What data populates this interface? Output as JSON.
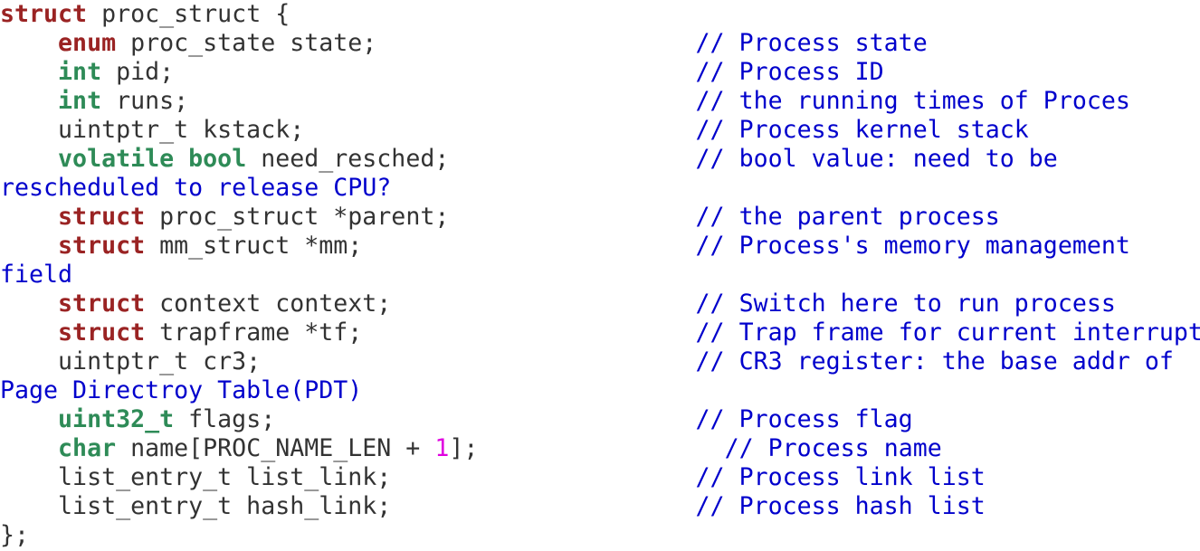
{
  "lines": [
    [
      {
        "c": "kw-red",
        "t": "struct"
      },
      {
        "c": "",
        "t": " proc_struct {"
      }
    ],
    [
      {
        "c": "",
        "t": "    "
      },
      {
        "c": "kw-red",
        "t": "enum"
      },
      {
        "c": "",
        "t": " proc_state state;                      "
      },
      {
        "c": "cm",
        "t": "// Process state"
      }
    ],
    [
      {
        "c": "",
        "t": "    "
      },
      {
        "c": "kw-green",
        "t": "int"
      },
      {
        "c": "",
        "t": " pid;                                    "
      },
      {
        "c": "cm",
        "t": "// Process ID"
      }
    ],
    [
      {
        "c": "",
        "t": "    "
      },
      {
        "c": "kw-green",
        "t": "int"
      },
      {
        "c": "",
        "t": " runs;                                   "
      },
      {
        "c": "cm",
        "t": "// the running times of Proces"
      }
    ],
    [
      {
        "c": "",
        "t": "    uintptr_t kstack;                           "
      },
      {
        "c": "cm",
        "t": "// Process kernel stack"
      }
    ],
    [
      {
        "c": "",
        "t": "    "
      },
      {
        "c": "kw-green",
        "t": "volatile"
      },
      {
        "c": "",
        "t": " "
      },
      {
        "c": "kw-green",
        "t": "bool"
      },
      {
        "c": "",
        "t": " need_resched;                 "
      },
      {
        "c": "cm",
        "t": "// bool value: need to be"
      }
    ],
    [
      {
        "c": "cm",
        "t": "rescheduled to release CPU?"
      }
    ],
    [
      {
        "c": "",
        "t": "    "
      },
      {
        "c": "kw-red",
        "t": "struct"
      },
      {
        "c": "",
        "t": " proc_struct *parent;                 "
      },
      {
        "c": "cm",
        "t": "// the parent process"
      }
    ],
    [
      {
        "c": "",
        "t": "    "
      },
      {
        "c": "kw-red",
        "t": "struct"
      },
      {
        "c": "",
        "t": " mm_struct *mm;                       "
      },
      {
        "c": "cm",
        "t": "// Process's memory management"
      }
    ],
    [
      {
        "c": "cm",
        "t": "field"
      }
    ],
    [
      {
        "c": "",
        "t": "    "
      },
      {
        "c": "kw-red",
        "t": "struct"
      },
      {
        "c": "",
        "t": " context context;                     "
      },
      {
        "c": "cm",
        "t": "// Switch here to run process"
      }
    ],
    [
      {
        "c": "",
        "t": "    "
      },
      {
        "c": "kw-red",
        "t": "struct"
      },
      {
        "c": "",
        "t": " trapframe *tf;                       "
      },
      {
        "c": "cm",
        "t": "// Trap frame for current interrupt"
      }
    ],
    [
      {
        "c": "",
        "t": "    uintptr_t cr3;                              "
      },
      {
        "c": "cm",
        "t": "// CR3 register: the base addr of"
      }
    ],
    [
      {
        "c": "cm",
        "t": "Page Directroy Table(PDT)"
      }
    ],
    [
      {
        "c": "",
        "t": "    "
      },
      {
        "c": "kw-green",
        "t": "uint32_t"
      },
      {
        "c": "",
        "t": " flags;                             "
      },
      {
        "c": "cm",
        "t": "// Process flag"
      }
    ],
    [
      {
        "c": "",
        "t": "    "
      },
      {
        "c": "kw-green",
        "t": "char"
      },
      {
        "c": "",
        "t": " name[PROC_NAME_LEN + "
      },
      {
        "c": "num",
        "t": "1"
      },
      {
        "c": "",
        "t": "];                 "
      },
      {
        "c": "cm",
        "t": "// Process name"
      }
    ],
    [
      {
        "c": "",
        "t": "    list_entry_t list_link;                     "
      },
      {
        "c": "cm",
        "t": "// Process link list"
      }
    ],
    [
      {
        "c": "",
        "t": "    list_entry_t hash_link;                     "
      },
      {
        "c": "cm",
        "t": "// Process hash list"
      }
    ],
    [
      {
        "c": "",
        "t": "};"
      }
    ]
  ]
}
